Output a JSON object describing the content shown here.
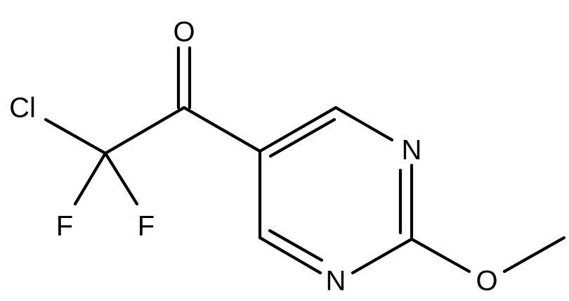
{
  "molecule": {
    "atoms": {
      "oxygen_carbonyl": "O",
      "chlorine": "Cl",
      "fluorine_left": "F",
      "fluorine_right": "F",
      "nitrogen_top": "N",
      "nitrogen_bottom": "N",
      "oxygen_methoxy": "O"
    }
  },
  "colors": {
    "line": "#000000",
    "background": "#ffffff"
  }
}
